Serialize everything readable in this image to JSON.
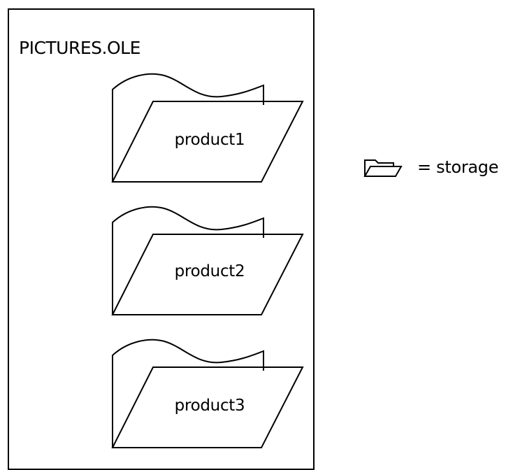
{
  "container": {
    "title": "PICTURES.OLE"
  },
  "storages": [
    {
      "label": "product1"
    },
    {
      "label": "product2"
    },
    {
      "label": "product3"
    }
  ],
  "legend": {
    "icon": "folder-icon",
    "text": "= storage"
  },
  "colors": {
    "background": "#ffffff",
    "stroke": "#000000"
  }
}
